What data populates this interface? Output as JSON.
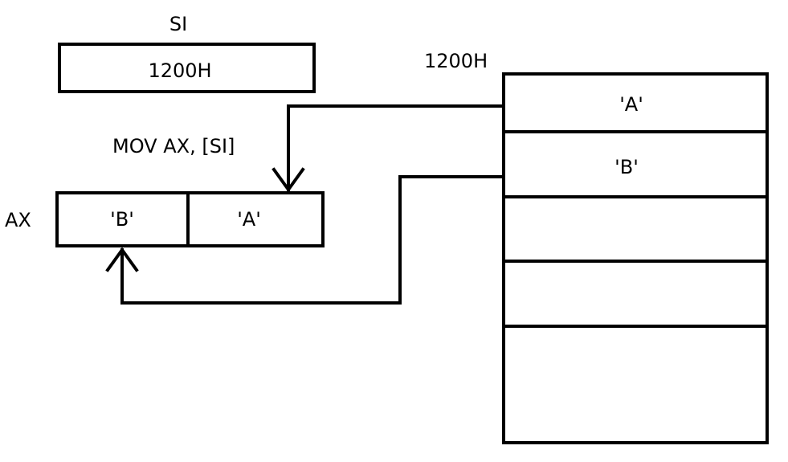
{
  "si_register": {
    "label": "SI",
    "value": "1200H"
  },
  "instruction": "MOV AX, [SI]",
  "ax_register": {
    "label": "AX",
    "high_byte": "'B'",
    "low_byte": "'A'"
  },
  "memory": {
    "address_label": "1200H",
    "cells": [
      "'A'",
      "'B'",
      "",
      "",
      ""
    ]
  },
  "colors": {
    "stroke": "#000000",
    "background": "#ffffff"
  }
}
